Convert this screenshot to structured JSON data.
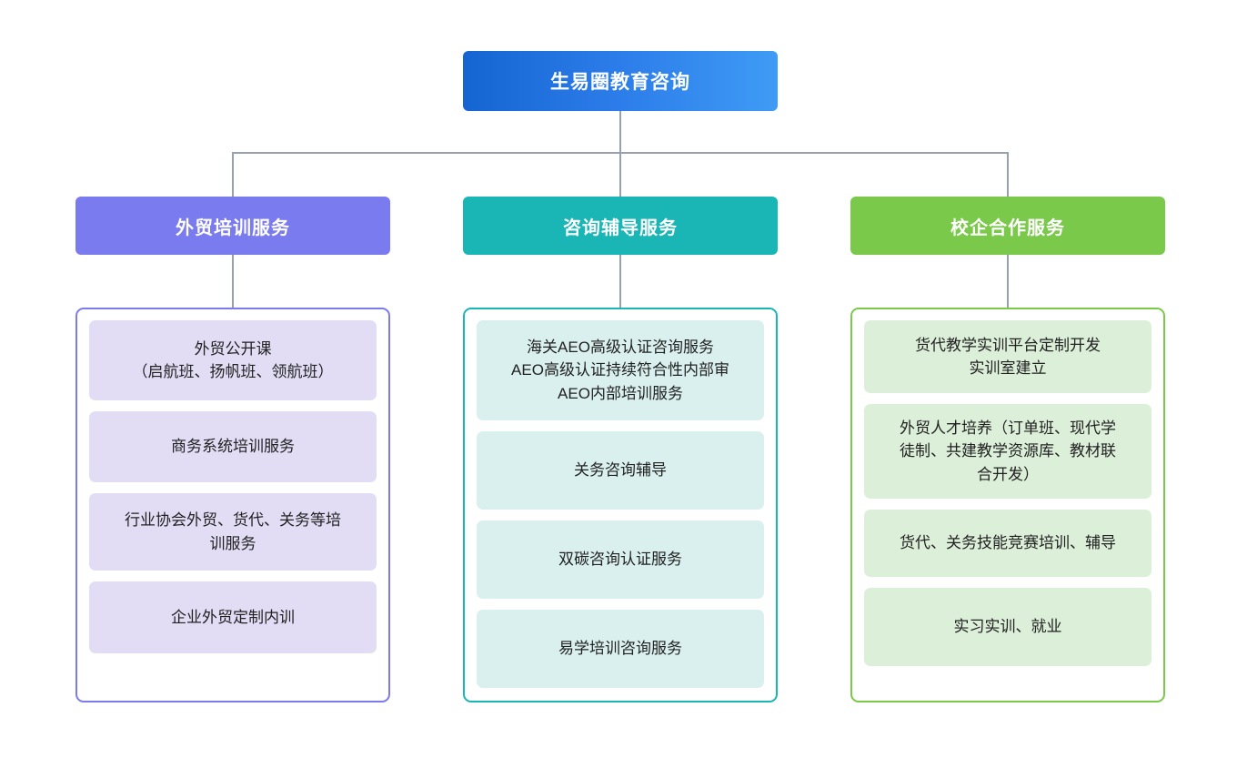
{
  "chart_data": {
    "type": "diagram",
    "title": "生易圈教育咨询",
    "layout": "organizational-tree",
    "root": {
      "label": "生易圈教育咨询",
      "color": "#2a7ae8"
    },
    "branches": [
      {
        "label": "外贸培训服务",
        "color": "#7b7bf0",
        "item_fill": "#e2ddf5",
        "items": [
          "外贸公开课\n（启航班、扬帆班、领航班）",
          "商务系统培训服务",
          "行业协会外贸、货代、关务等培\n训服务",
          "企业外贸定制内训"
        ]
      },
      {
        "label": "咨询辅导服务",
        "color": "#1ab5b5",
        "item_fill": "#d9f0ee",
        "items": [
          "海关AEO高级认证咨询服务\nAEO高级认证持续符合性内部审\nAEO内部培训服务",
          "关务咨询辅导",
          "双碳咨询认证服务",
          "易学培训咨询服务"
        ]
      },
      {
        "label": "校企合作服务",
        "color": "#7bc94a",
        "item_fill": "#dcefd9",
        "items": [
          "货代教学实训平台定制开发\n实训室建立",
          "外贸人才培养（订单班、现代学\n徒制、共建教学资源库、教材联\n合开发）",
          "货代、关务技能竞赛培训、辅导",
          "实习实训、就业"
        ]
      }
    ],
    "connector_color": "#96a0ae"
  }
}
